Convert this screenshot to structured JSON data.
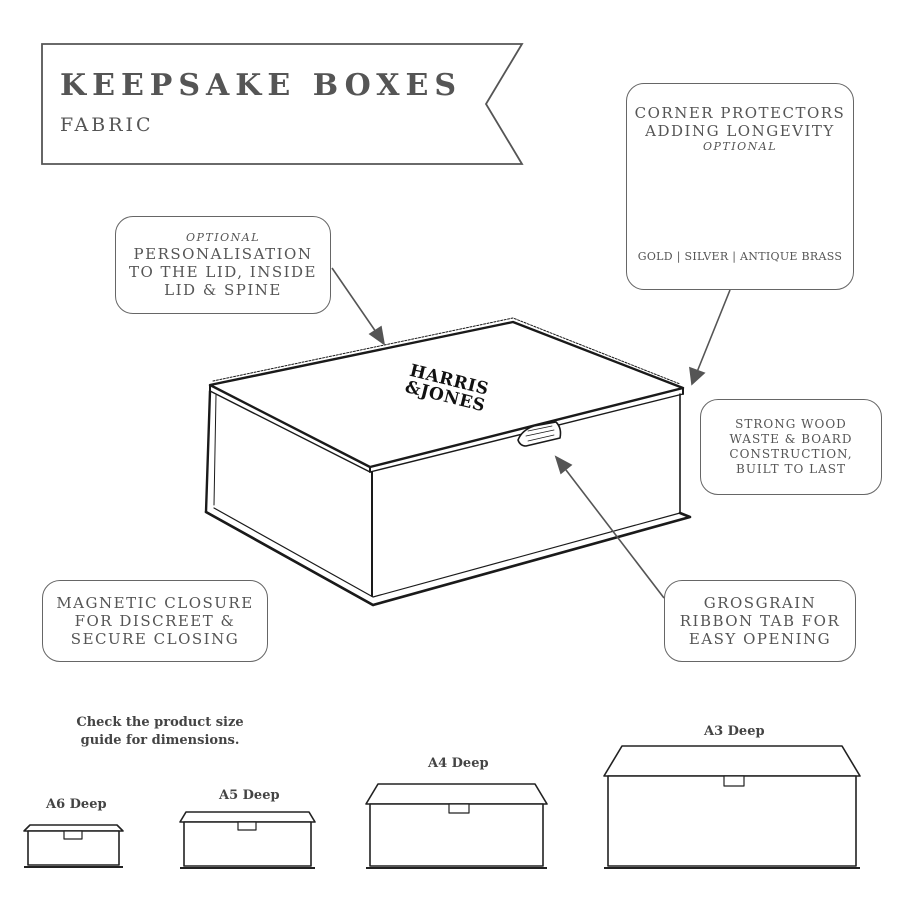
{
  "banner": {
    "title": "KEEPSAKE BOXES",
    "subtitle": "FABRIC"
  },
  "callouts": {
    "corner": {
      "lines": [
        "CORNER PROTECTORS",
        "ADDING LONGEVITY"
      ],
      "optional": "OPTIONAL",
      "metals": "GOLD | SILVER | ANTIQUE BRASS",
      "colors": {
        "gold": "#c9a84a",
        "silver": "#c8c8c8",
        "brass": "#7a6a3e"
      }
    },
    "personalisation": {
      "optional": "OPTIONAL",
      "lines": [
        "PERSONALISATION",
        "TO THE LID, INSIDE",
        "LID & SPINE"
      ]
    },
    "wood": {
      "lines": [
        "STRONG WOOD",
        "WASTE & BOARD",
        "CONSTRUCTION,",
        "BUILT TO LAST"
      ]
    },
    "grosgrain": {
      "lines": [
        "GROSGRAIN",
        "RIBBON TAB FOR",
        "EASY OPENING"
      ]
    },
    "magnetic": {
      "lines": [
        "MAGNETIC CLOSURE",
        "FOR DISCREET &",
        "SECURE CLOSING"
      ]
    }
  },
  "lid_logo": {
    "line1": "HARRIS",
    "line2": "&JONES"
  },
  "size_guide": {
    "line1": "Check the product size",
    "line2": "guide for dimensions."
  },
  "sizes": [
    {
      "label": "A6 Deep"
    },
    {
      "label": "A5 Deep"
    },
    {
      "label": "A4 Deep"
    },
    {
      "label": "A3 Deep"
    }
  ]
}
